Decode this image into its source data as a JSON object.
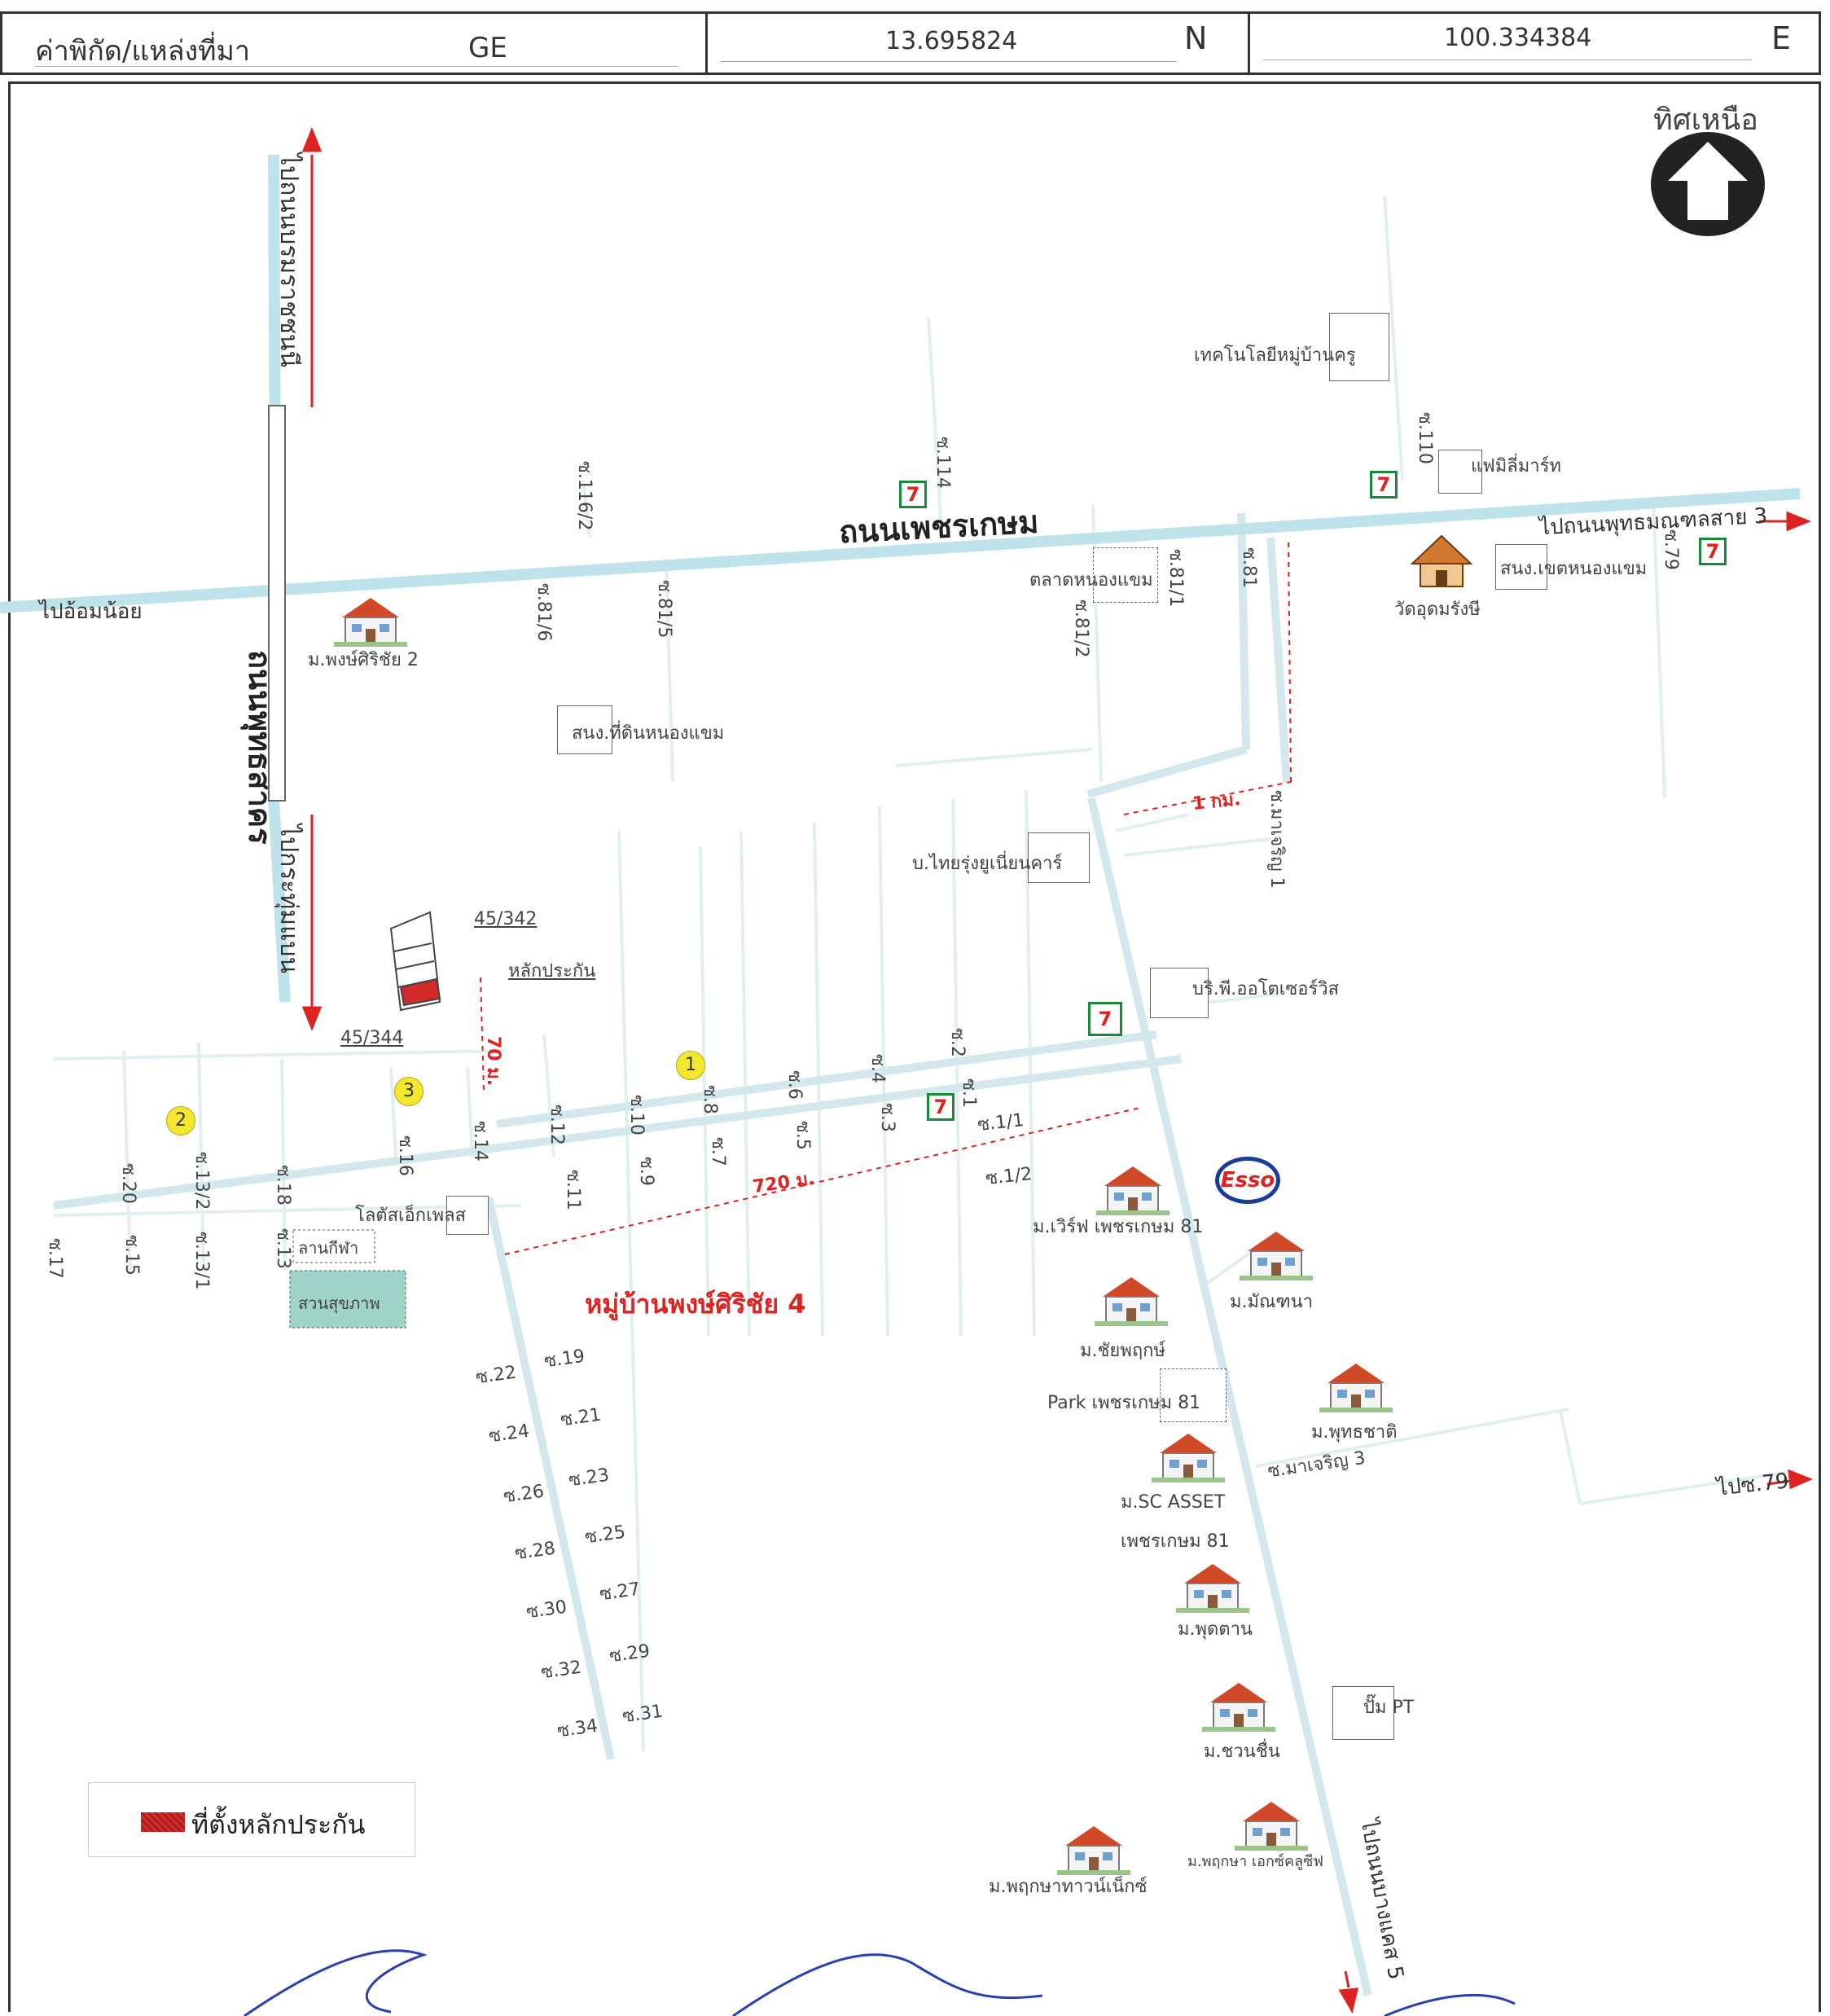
{
  "header": {
    "source_label": "ค่าพิกัด/แหล่งที่มา",
    "source_value": "GE",
    "lat_value": "13.695824",
    "lat_dir": "N",
    "lon_value": "100.334384",
    "lon_dir": "E"
  },
  "north": {
    "label": "ทิศเหนือ",
    "icon": "north-arrow-icon"
  },
  "roads": {
    "main": "ถนนเพชรเกษม",
    "buddhasakhon": "ถนนพุทธสาคร",
    "to_borom": "ไปถนนบรมราชชนนี",
    "to_kratum": "ไปกระทุ่มแบน",
    "to_om_noi": "ไปอ้อมน้อย",
    "to_phutthamonthon": "ไปถนนพุทธมณฑลสาย 3",
    "to_soi79": "ไปซ.79",
    "to_bang_khae": "ไปถนนบางแคส 5"
  },
  "sois": {
    "s116_2": "ซ.116/2",
    "s114": "ซ.114",
    "s110": "ซ.110",
    "s81_6": "ซ.81/6",
    "s81_5": "ซ.81/5",
    "s81_2": "ซ.81/2",
    "s81_1": "ซ.81/1",
    "s81": "ซ.81",
    "s79": "ซ.79",
    "machareon1": "ซ.มาเจริญ 1",
    "machareon3": "ซ.มาเจริญ 3",
    "s2": "ซ.2",
    "s1": "ซ.1",
    "s1_1": "ซ.1/1",
    "s1_2": "ซ.1/2",
    "s4": "ซ.4",
    "s3": "ซ.3",
    "s6": "ซ.6",
    "s5": "ซ.5",
    "s8": "ซ.8",
    "s7": "ซ.7",
    "s10": "ซ.10",
    "s9": "ซ.9",
    "s12": "ซ.12",
    "s11": "ซ.11",
    "s14": "ซ.14",
    "s16": "ซ.16",
    "s18": "ซ.18",
    "s13": "ซ.13",
    "s13_2": "ซ.13/2",
    "s13_1": "ซ.13/1",
    "s20": "ซ.20",
    "s15": "ซ.15",
    "s17": "ซ.17",
    "s19": "ซ.19",
    "s22": "ซ.22",
    "s21": "ซ.21",
    "s24": "ซ.24",
    "s23": "ซ.23",
    "s26": "ซ.26",
    "s25": "ซ.25",
    "s28": "ซ.28",
    "s27": "ซ.27",
    "s30": "ซ.30",
    "s29": "ซ.29",
    "s32": "ซ.32",
    "s31": "ซ.31",
    "s34": "ซ.34"
  },
  "places": {
    "technology": "เทคโนโลยีหมู่บ้านครู",
    "family_mart": "แฟมิลี่มาร์ท",
    "market": "ตลาดหนองแขม",
    "school": "สนง.เขตหนองแขม",
    "temple": "วัดอุดมรังษี",
    "land_office": "สนง.ที่ดินหนองแขม",
    "thairung": "บ.ไทยรุ่งยูเนี่ยนคาร์",
    "auto_service": "บริ.พี.ออโตเซอร์วิส",
    "lotus": "โลตัสเอ็กเพลส",
    "field": "ลานกีฬา",
    "park": "สวนสุขภาพ",
    "park_phet81": "Park เพชรเกษม 81",
    "pump_pt": "ปั๊ม PT"
  },
  "villages": {
    "pongsirichai2": "ม.พงษ์ศิริชัย 2",
    "pongsirichai4": "หมู่บ้านพงษ์ศิริชัย 4",
    "wiriya": "ม.เวิร์ฟ เพชรเกษม 81",
    "manthana": "ม.มัณฑนา",
    "chaiyaphruek": "ม.ชัยพฤกษ์",
    "phutthachat": "ม.พุทธชาติ",
    "sc_asset": "ม.SC ASSET",
    "sc_asset2": "เพชรเกษม 81",
    "phudtan": "ม.พุดตาน",
    "chuanchuen": "ม.ชวนชื่น",
    "pruksa_town": "ม.พฤกษาทาวน์เน็กซ์",
    "pruksa_exclusive": "ม.พฤกษา เอกซ์คลูซีฟ"
  },
  "annotations": {
    "lot_45_342": "45/342",
    "lot_45_344": "45/344",
    "collateral": "หลักประกัน",
    "dist_70": "70 ม.",
    "dist_720": "720 ม.",
    "dist_1km": "1 กม.",
    "num1": "1",
    "num2": "2",
    "num3": "3",
    "seven_eleven": "7",
    "esso": "Esso"
  },
  "legend": {
    "label": "ที่ตั้งหลักประกัน",
    "swatch_color": "#d22a2a"
  },
  "colors": {
    "road_main": "#bfe3ea",
    "road_minor": "#e3eef0",
    "marker": "#d22a2a",
    "highlight": "#f2e830"
  }
}
